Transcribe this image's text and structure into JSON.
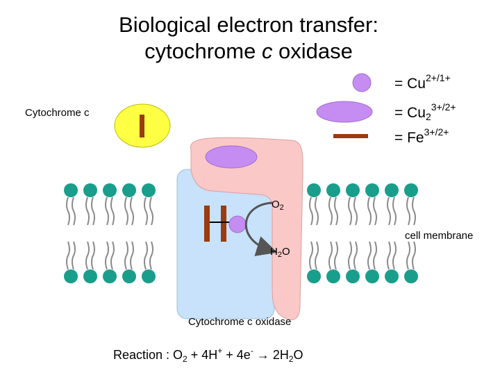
{
  "title": {
    "line1": "Biological electron transfer:",
    "line2_prefix": "cytochrome ",
    "line2_italic": "c",
    "line2_suffix": " oxidase"
  },
  "legend": {
    "cu_base": "= Cu",
    "cu_sup": "2+/1+",
    "cu2_base": "= Cu",
    "cu2_sub": "2",
    "cu2_sup": "3+/2+",
    "fe_base": "= Fe",
    "fe_sup": "3+/2+"
  },
  "labels": {
    "cytochrome_c": "Cytochrome c",
    "o2_base": "O",
    "o2_sub": "2",
    "h2o_h": "H",
    "h2o_sub": "2",
    "h2o_o": "O",
    "cell_membrane": "cell membrane",
    "oxidase": "Cytochrome c oxidase"
  },
  "reaction": {
    "prefix": "Reaction : O",
    "o2_sub": "2",
    "plus1": " + 4H",
    "h_sup": "+",
    "plus2": " + 4e",
    "e_sup": "-",
    "arrow": " → ",
    "product_pre": "2H",
    "product_sub": "2",
    "product_post": "O"
  },
  "colors": {
    "copper": "#c58cf2",
    "heme": "#9a3b10",
    "cytochrome_c": "#ffff44",
    "oxidase_blue": "#c7e2fa",
    "oxidase_pink": "#fbc8c8",
    "lipid_head": "#1a9e8c",
    "lipid_tail": "#8a8a8a"
  },
  "icons": [
    "copper-site-icon",
    "dicopper-site-icon",
    "heme-iron-icon",
    "lipid-molecule-icon",
    "curved-arrow-icon"
  ]
}
